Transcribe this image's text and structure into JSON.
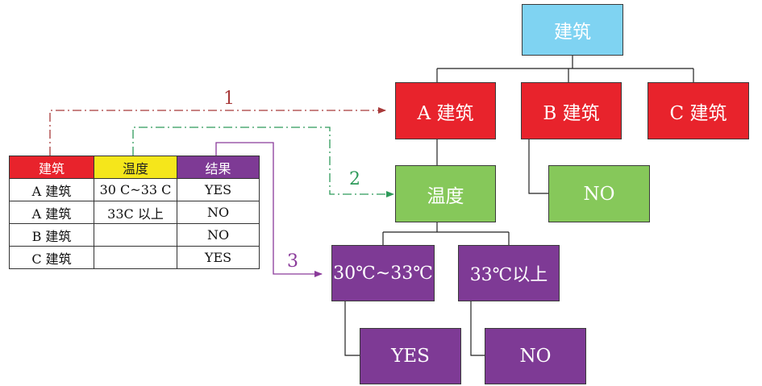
{
  "tree": {
    "root": {
      "label": "建筑",
      "color": "#7fd3f2"
    },
    "level1": [
      {
        "label": "A 建筑",
        "color": "#e8232c"
      },
      {
        "label": "B 建筑",
        "color": "#e8232c"
      },
      {
        "label": "C 建筑",
        "color": "#e8232c"
      }
    ],
    "temperature": {
      "label": "温度",
      "color": "#86c85a"
    },
    "b_result": {
      "label": "NO",
      "color": "#86c85a"
    },
    "ranges": [
      {
        "label": "30℃~33℃",
        "color": "#7e3a95"
      },
      {
        "label": "33℃以上",
        "color": "#7e3a95"
      }
    ],
    "range_results": [
      {
        "label": "YES",
        "color": "#7e3a95"
      },
      {
        "label": "NO",
        "color": "#7e3a95"
      }
    ]
  },
  "steps": [
    {
      "label": "1",
      "color": "#a83a3a"
    },
    {
      "label": "2",
      "color": "#2e9a5a"
    },
    {
      "label": "3",
      "color": "#8a3a9a"
    }
  ],
  "table": {
    "headers": [
      {
        "label": "建筑",
        "color": "#e8232c"
      },
      {
        "label": "温度",
        "color": "#f5e61b"
      },
      {
        "label": "结果",
        "color": "#7e3a95"
      }
    ],
    "rows": [
      [
        "A 建筑",
        "30 C~33 C",
        "YES"
      ],
      [
        "A 建筑",
        "33C 以上",
        "NO"
      ],
      [
        "B 建筑",
        "",
        "NO"
      ],
      [
        "C 建筑",
        "",
        "YES"
      ]
    ]
  }
}
